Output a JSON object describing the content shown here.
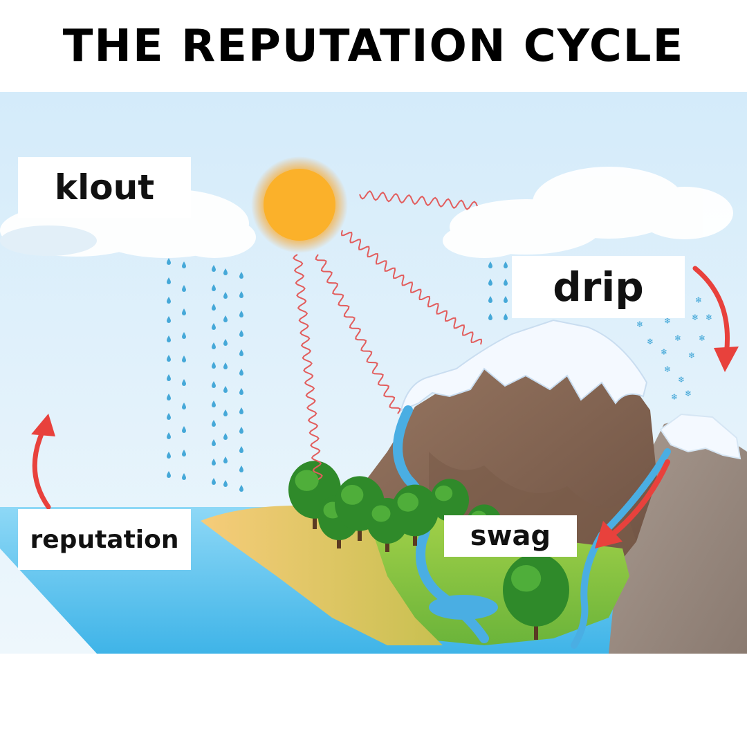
{
  "title": "THE REPUTATION CYCLE",
  "labels": {
    "klout": "klout",
    "drip": "drip",
    "reputation": "reputation",
    "swag": "swag"
  },
  "colors": {
    "sky": "#dff0fb",
    "sea": "#5cc5ef",
    "sun": "#fbb12a",
    "arrow": "#e8413c",
    "mountain": "#8a6a56",
    "snow": "#f4f9ff",
    "grass": "#8cc63f",
    "sand": "#f2c36b",
    "river": "#4aaee3",
    "tree": "#2f8a2a",
    "rain": "#45a8d8",
    "heat_wave": "#e25d5d"
  }
}
